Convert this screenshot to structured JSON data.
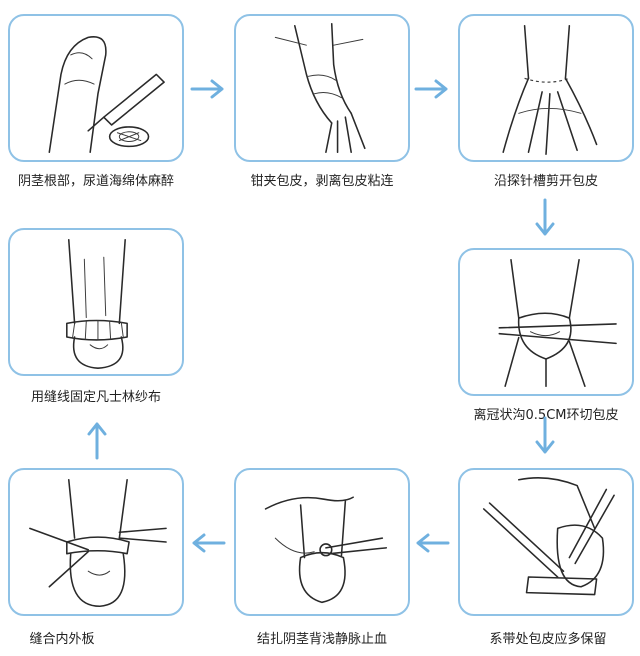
{
  "steps": [
    {
      "caption": "阴茎根部，尿道海绵体麻醉",
      "drawing": "anesthesia-injection"
    },
    {
      "caption": "钳夹包皮，剥离包皮粘连",
      "drawing": "clamp-foreskin"
    },
    {
      "caption": "沿探针槽剪开包皮",
      "drawing": "cut-along-probe"
    },
    {
      "caption": "离冠状沟0.5CM环切包皮",
      "drawing": "circumcision-cut"
    },
    {
      "caption": "系带处包皮应多保留",
      "drawing": "frenulum-preservation"
    },
    {
      "caption": "结扎阴茎背浅静脉止血",
      "drawing": "ligate-vein"
    },
    {
      "caption": "缝合内外板",
      "drawing": "suture-layers"
    },
    {
      "caption": "用缝线固定凡士林纱布",
      "drawing": "fix-gauze"
    }
  ],
  "colors": {
    "panel_border": "#8fc2e6",
    "arrow": "#6fb0df",
    "ink": "#2a2a2a"
  }
}
